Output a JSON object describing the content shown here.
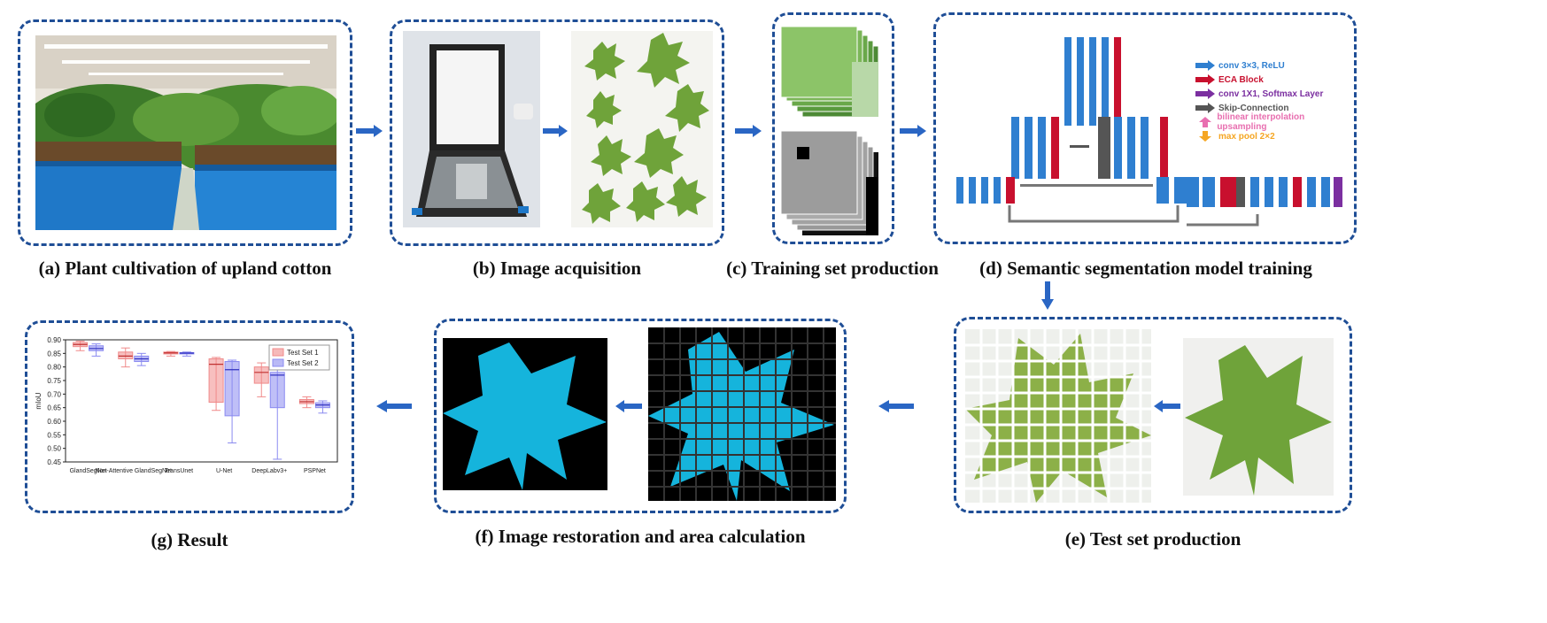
{
  "captions": {
    "a": "(a) Plant cultivation of upland cotton",
    "b": "(b) Image acquisition",
    "c": "(c) Training set production",
    "d": "(d) Semantic segmentation model training",
    "e": "(e) Test set production",
    "f": "(f) Image restoration and area calculation",
    "g": "(g) Result"
  },
  "legend": [
    {
      "label": "conv 3×3, ReLU",
      "color": "#2f7fd0"
    },
    {
      "label": "ECA Block",
      "color": "#c8102e"
    },
    {
      "label": "conv 1X1, Softmax Layer",
      "color": "#7b2fa0"
    },
    {
      "label": "Skip-Connection",
      "color": "#555555"
    },
    {
      "label": "bilinear interpolation upsampling",
      "color": "#e86fb0"
    },
    {
      "label": "max pool 2×2",
      "color": "#f5a623"
    }
  ],
  "colors": {
    "border": "#1f4e96",
    "arrow": "#2a66c4",
    "leaf": "#6fa33a",
    "mask": "#15b4dc"
  },
  "chart_data": {
    "type": "box",
    "categories": [
      "GlandSegNet",
      "Non-Attentive GlandSegNet",
      "TransUnet",
      "U-Net",
      "DeepLabv3+",
      "PSPNet"
    ],
    "ylabel": "mIoU",
    "ylim": [
      0.45,
      0.9
    ],
    "yticks": [
      "0.90",
      "0.85",
      "0.80",
      "0.75",
      "0.70",
      "0.65",
      "0.60",
      "0.55",
      "0.50",
      "0.45"
    ],
    "series": [
      {
        "name": "Test Set 1",
        "color": "#f08a8a",
        "boxes": [
          {
            "q1": 0.875,
            "med": 0.883,
            "q3": 0.89,
            "lo": 0.86,
            "hi": 0.895
          },
          {
            "q1": 0.83,
            "med": 0.84,
            "q3": 0.855,
            "lo": 0.8,
            "hi": 0.87
          },
          {
            "q1": 0.848,
            "med": 0.852,
            "q3": 0.855,
            "lo": 0.84,
            "hi": 0.857
          },
          {
            "q1": 0.67,
            "med": 0.81,
            "q3": 0.83,
            "lo": 0.64,
            "hi": 0.835
          },
          {
            "q1": 0.74,
            "med": 0.78,
            "q3": 0.8,
            "lo": 0.69,
            "hi": 0.815
          },
          {
            "q1": 0.665,
            "med": 0.672,
            "q3": 0.68,
            "lo": 0.65,
            "hi": 0.69
          }
        ]
      },
      {
        "name": "Test Set 2",
        "color": "#8a8af0",
        "boxes": [
          {
            "q1": 0.86,
            "med": 0.868,
            "q3": 0.878,
            "lo": 0.84,
            "hi": 0.885
          },
          {
            "q1": 0.82,
            "med": 0.83,
            "q3": 0.84,
            "lo": 0.805,
            "hi": 0.85
          },
          {
            "q1": 0.848,
            "med": 0.851,
            "q3": 0.853,
            "lo": 0.84,
            "hi": 0.855
          },
          {
            "q1": 0.62,
            "med": 0.79,
            "q3": 0.82,
            "lo": 0.52,
            "hi": 0.825
          },
          {
            "q1": 0.65,
            "med": 0.77,
            "q3": 0.78,
            "lo": 0.46,
            "hi": 0.79
          },
          {
            "q1": 0.65,
            "med": 0.66,
            "q3": 0.668,
            "lo": 0.63,
            "hi": 0.675
          }
        ]
      }
    ]
  }
}
